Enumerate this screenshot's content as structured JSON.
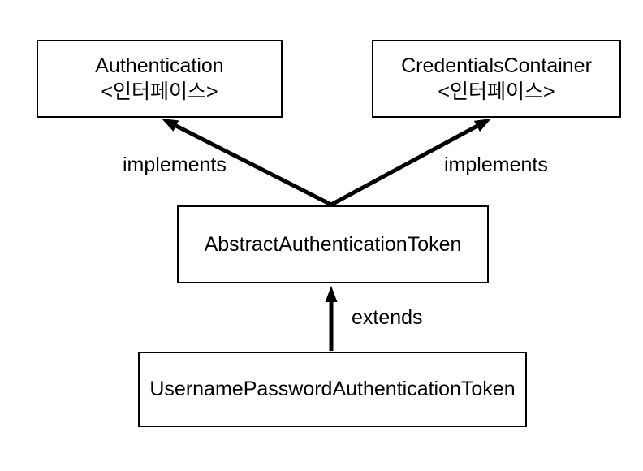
{
  "diagram": {
    "type": "uml-class-diagram",
    "nodes": [
      {
        "id": "authentication",
        "name": "Authentication",
        "stereotype": "<인터페이스>"
      },
      {
        "id": "credentials-container",
        "name": "CredentialsContainer",
        "stereotype": "<인터페이스>"
      },
      {
        "id": "abstract-authentication-token",
        "name": "AbstractAuthenticationToken"
      },
      {
        "id": "username-password-authentication-token",
        "name": "UsernamePasswordAuthenticationToken"
      }
    ],
    "edges": [
      {
        "from": "AbstractAuthenticationToken",
        "to": "Authentication",
        "label": "implements",
        "style": "solid-arrow"
      },
      {
        "from": "AbstractAuthenticationToken",
        "to": "CredentialsContainer",
        "label": "implements",
        "style": "solid-arrow"
      },
      {
        "from": "UsernamePasswordAuthenticationToken",
        "to": "AbstractAuthenticationToken",
        "label": "extends",
        "style": "solid-arrow"
      }
    ],
    "colors": {
      "background": "#ffffff",
      "box_border": "#000000",
      "text": "#000000",
      "arrow": "#000000"
    }
  }
}
